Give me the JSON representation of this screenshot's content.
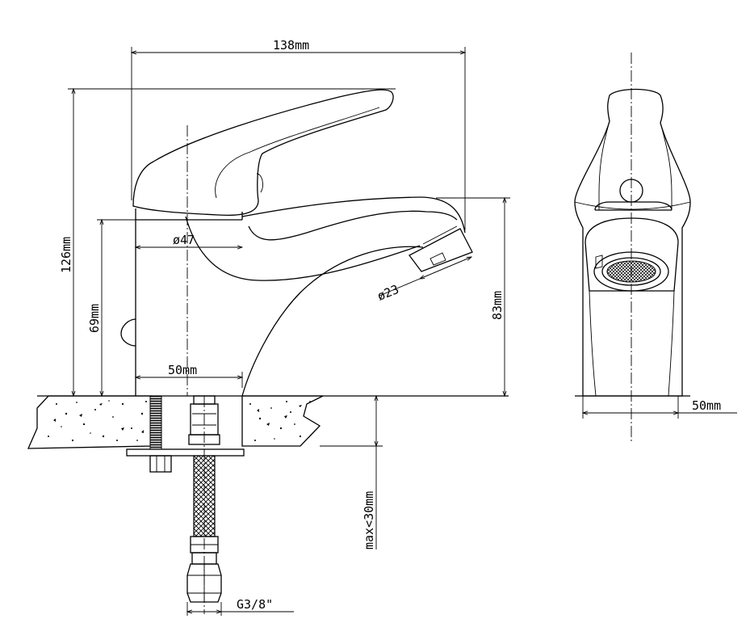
{
  "dimensions": {
    "width_total": "138mm",
    "height_total": "126mm",
    "height_body": "69mm",
    "body_diameter": "ø47",
    "spout_diameter": "ø23",
    "spout_height": "83mm",
    "spout_offset": "50mm",
    "side_width": "50mm",
    "max_thickness": "max<30mm",
    "hose_thread": "G3/8\""
  }
}
